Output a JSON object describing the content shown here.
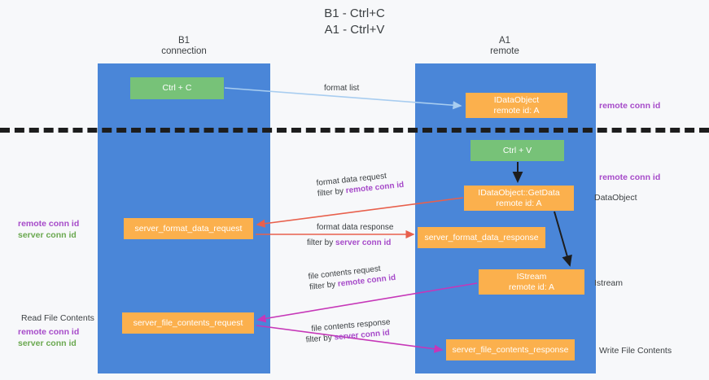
{
  "title": {
    "line1": "B1 - Ctrl+C",
    "line2": "A1 - Ctrl+V"
  },
  "lanes": [
    {
      "id": "b1",
      "name": "B1",
      "role": "connection",
      "color": "#4a86d8"
    },
    {
      "id": "a1",
      "name": "A1",
      "role": "remote",
      "color": "#4a86d8"
    }
  ],
  "nodes": {
    "ctrl_c": {
      "line1": "Ctrl + C",
      "line2": "",
      "color": "#77c278"
    },
    "idataobject": {
      "line1": "IDataObject",
      "line2": "remote id: A",
      "color": "#fbb04d"
    },
    "ctrl_v": {
      "line1": "Ctrl + V",
      "line2": "",
      "color": "#77c278"
    },
    "getdata": {
      "line1": "IDataObject::GetData",
      "line2": "remote id: A",
      "color": "#fbb04d"
    },
    "server_format_data_response": {
      "line1": "server_format_data_response",
      "line2": "",
      "color": "#fbb04d"
    },
    "istream": {
      "line1": "IStream",
      "line2": "remote id: A",
      "color": "#fbb04d"
    },
    "server_format_data_request": {
      "line1": "server_format_data_request",
      "line2": "",
      "color": "#fbb04d"
    },
    "server_file_contents_request": {
      "line1": "server_file_contents_request",
      "line2": "",
      "color": "#fbb04d"
    },
    "server_file_contents_response": {
      "line1": "server_file_contents_response",
      "line2": "",
      "color": "#fbb04d"
    }
  },
  "edges": {
    "format_list": {
      "label": "format list"
    },
    "format_data_request": {
      "l1": "format data request",
      "l2_prefix": "filter by ",
      "l2_key": "remote conn id"
    },
    "format_data_response": {
      "l1": "format data response",
      "l2_prefix": "filter by ",
      "l2_key": "server conn id"
    },
    "file_contents_request": {
      "l1": "file contents request",
      "l2_prefix": "filter by ",
      "l2_key": "remote conn id"
    },
    "file_contents_response": {
      "l1": "file contents response",
      "l2_prefix": "filter by ",
      "l2_key": "server conn id"
    }
  },
  "annotations": {
    "remote_conn_id_top": "remote conn id",
    "remote_conn_id_mid": "remote conn id",
    "dataobject": "DataObject",
    "istream": "Istream",
    "write_file_contents": "Write File Contents",
    "read_file_contents": "Read File Contents",
    "left_remote_conn_id_1": "remote conn id",
    "left_server_conn_id_1": "server conn id",
    "left_remote_conn_id_2": "remote conn id",
    "left_server_conn_id_2": "server conn id"
  },
  "colors": {
    "lane": "#4a86d8",
    "green_node": "#77c278",
    "orange_node": "#fbb04d",
    "purple_text": "#a64ac9",
    "green_text": "#6aa84f",
    "arrow_lightblue": "#a8cdf0",
    "arrow_red": "#e8604c",
    "arrow_magenta": "#c637b8",
    "arrow_black": "#1d1d1d",
    "background": "#f7f8fa"
  }
}
